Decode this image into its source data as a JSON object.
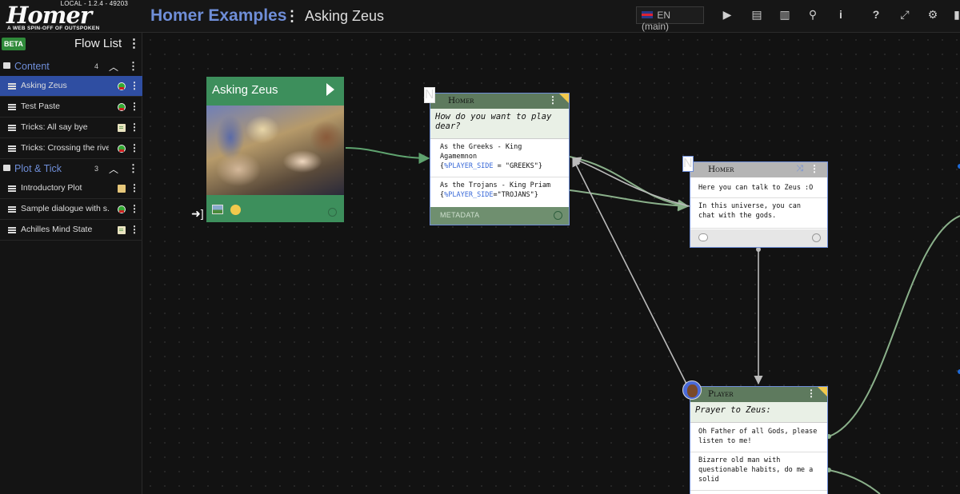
{
  "app": {
    "version": "LOCAL - 1.2.4 - 49203",
    "logo_text": "Homer",
    "tagline": "A WEB SPIN-OFF OF OUTSPOKEN",
    "project_title": "Homer Examples",
    "flow_title": "Asking Zeus",
    "language": "EN (main)",
    "toolbar": [
      "play-icon",
      "document-icon",
      "map-icon",
      "search-icon",
      "info-icon",
      "help-icon",
      "fullscreen-icon",
      "gear-icon",
      "lock-icon"
    ]
  },
  "sidebar": {
    "beta_badge": "BETA",
    "title": "Flow List",
    "folders": [
      {
        "name": "Content",
        "count": "4",
        "items": [
          {
            "name": "Asking Zeus",
            "status": "globe",
            "active": true
          },
          {
            "name": "Test Paste",
            "status": "globe"
          },
          {
            "name": "Tricks: All say bye",
            "status": "note"
          },
          {
            "name": "Tricks: Crossing the river",
            "status": "globe"
          }
        ]
      },
      {
        "name": "Plot & Tick",
        "count": "3",
        "items": [
          {
            "name": "Introductory Plot",
            "status": "plot"
          },
          {
            "name": "Sample dialogue with s...",
            "status": "globe"
          },
          {
            "name": "Achilles Mind State",
            "status": "note"
          }
        ]
      }
    ]
  },
  "nodes": {
    "start": {
      "title": "Asking Zeus"
    },
    "homer_question": {
      "avatar": "N",
      "speaker": "Homer",
      "line": "How do you want to play dear?",
      "options": [
        {
          "text": "As the Greeks - King Agamemnon",
          "var_open": "{",
          "var": "%PLAYER_SIDE",
          "var_rest": " = \"GREEKS\"}"
        },
        {
          "text": "As the Trojans - King Priam",
          "var_open": "{",
          "var": "%PLAYER_SIDE",
          "var_rest": "=\"TROJANS\"}"
        }
      ],
      "footer": "METADATA"
    },
    "homer_random": {
      "avatar": "N",
      "speaker": "Homer",
      "lines": [
        "Here you can talk to Zeus :O",
        "In this universe, you can chat with the gods."
      ]
    },
    "player": {
      "speaker": "Player",
      "line": "Prayer to Zeus:",
      "options": [
        {
          "text": "Oh Father of all Gods, please listen to me!"
        },
        {
          "text": "Bizarre old man with questionable habits, do me a solid"
        }
      ]
    }
  }
}
